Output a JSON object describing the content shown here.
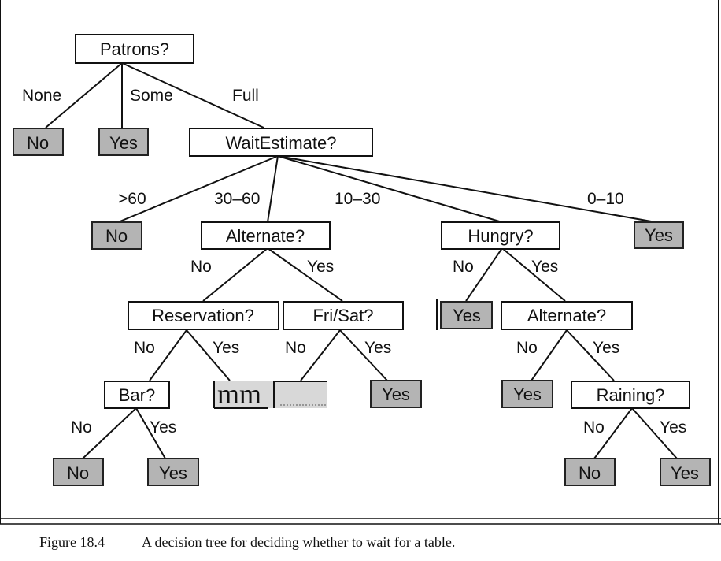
{
  "tree": {
    "root": {
      "question": "Patrons?",
      "branches": {
        "none": "None",
        "some": "Some",
        "full": "Full"
      }
    },
    "leaf_no": "No",
    "leaf_yes": "Yes",
    "wait_estimate": {
      "question": "WaitEstimate?",
      "branches": {
        "over60": ">60",
        "range30_60": "30–60",
        "range10_30": "10–30",
        "range0_10": "0–10"
      }
    },
    "alternate_left": {
      "question": "Alternate?",
      "branches": {
        "no": "No",
        "yes": "Yes"
      }
    },
    "hungry": {
      "question": "Hungry?",
      "branches": {
        "no": "No",
        "yes": "Yes"
      }
    },
    "reservation": {
      "question": "Reservation?",
      "branches": {
        "no": "No",
        "yes": "Yes"
      }
    },
    "fri_sat": {
      "question": "Fri/Sat?",
      "branches": {
        "no": "No",
        "yes": "Yes"
      }
    },
    "alternate_right": {
      "question": "Alternate?",
      "branches": {
        "no": "No",
        "yes": "Yes"
      }
    },
    "bar": {
      "question": "Bar?",
      "branches": {
        "no": "No",
        "yes": "Yes"
      }
    },
    "raining": {
      "question": "Raining?",
      "branches": {
        "no": "No",
        "yes": "Yes"
      }
    },
    "garbled_text": "mm"
  },
  "caption": {
    "figure_number": "Figure 18.4",
    "text": "A decision tree for deciding whether to wait for a table."
  }
}
